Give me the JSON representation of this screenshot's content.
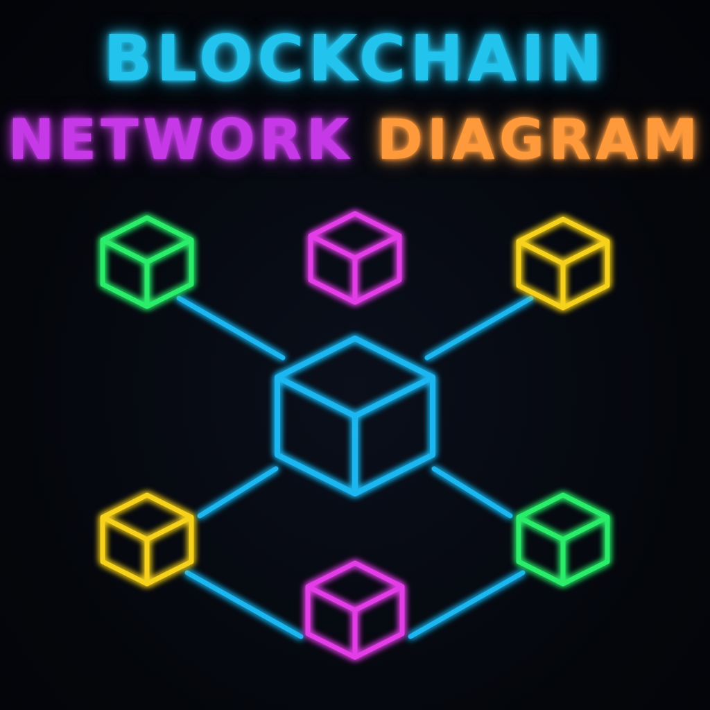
{
  "title": {
    "line1": {
      "text": "BLOCKCHAIN",
      "color": "#22c4ee"
    },
    "line2": [
      {
        "text": "NETWORK",
        "color": "#c53ae6"
      },
      {
        "text": "DIAGRAM",
        "color": "#ff9a3c"
      }
    ]
  },
  "colors": {
    "background": "#05070d",
    "link": "#1fb6f0",
    "hub": "#1fb6f0",
    "green": "#29ee6a",
    "magenta": "#e23ee6",
    "yellow": "#f7d21e"
  },
  "diagram": {
    "hub": {
      "name": "central-block-node",
      "color": "hub"
    },
    "nodes": [
      {
        "name": "block-node-top-left",
        "color": "green"
      },
      {
        "name": "block-node-top-center",
        "color": "magenta"
      },
      {
        "name": "block-node-top-right",
        "color": "yellow"
      },
      {
        "name": "block-node-bottom-left",
        "color": "yellow"
      },
      {
        "name": "block-node-bottom-center",
        "color": "magenta"
      },
      {
        "name": "block-node-bottom-right",
        "color": "green"
      }
    ]
  }
}
